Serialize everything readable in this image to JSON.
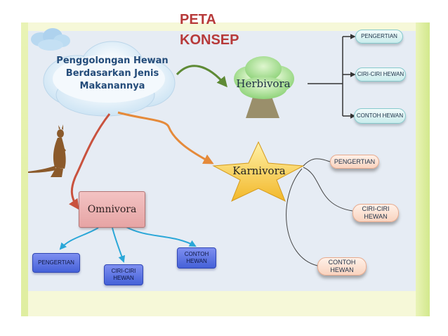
{
  "title": {
    "line1": "PETA",
    "line2": "KONSEP"
  },
  "root": {
    "label": "Penggolongan Hewan Berdasarkan Jenis Makanannya"
  },
  "herbivora": {
    "label": "Herbivora",
    "children": [
      "PENGERTIAN",
      "CIRI-CIRI HEWAN",
      "CONTOH HEWAN"
    ]
  },
  "karnivora": {
    "label": "Karnivora",
    "children": [
      "PENGERTIAN",
      "CIRI-CIRI HEWAN",
      "CONTOH HEWAN"
    ]
  },
  "omnivora": {
    "label": "Omnivora",
    "children": [
      "PENGERTIAN",
      "CIRI-CIRI HEWAN",
      "CONTOH HEWAN"
    ]
  },
  "colors": {
    "title": "#b73a3a",
    "arrow_green": "#5e8a35",
    "arrow_orange": "#e58a3a",
    "arrow_red": "#c9523e",
    "arrow_blue": "#2aa7d8",
    "star": "#f6c730",
    "tree": "#8fd37a"
  },
  "icons": [
    "cloud-icon",
    "tree-icon",
    "star-icon",
    "kangaroo-icon"
  ]
}
